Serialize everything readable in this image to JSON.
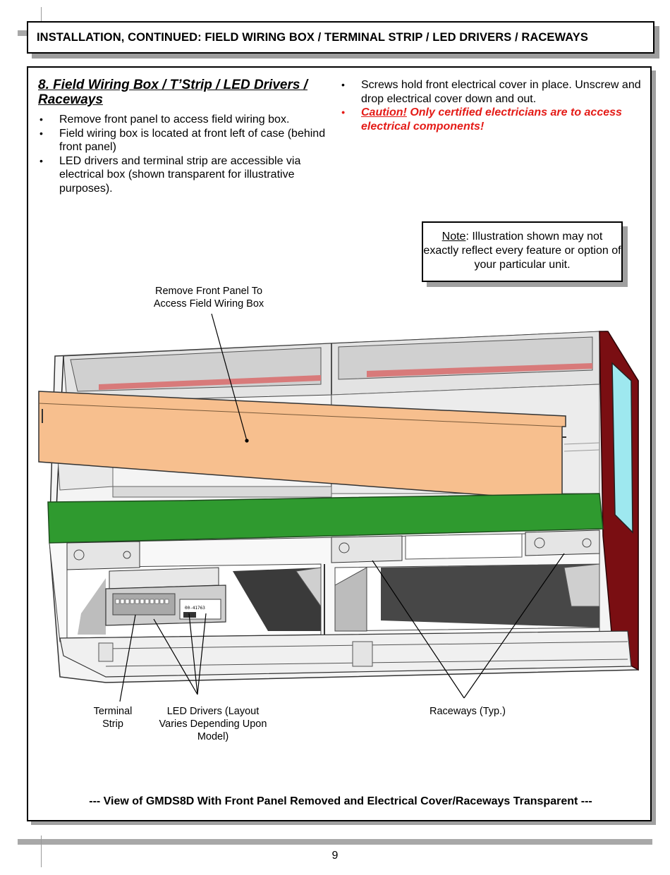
{
  "header": {
    "title": "INSTALLATION, CONTINUED: FIELD WIRING BOX / TERMINAL STRIP / LED DRIVERS / RACEWAYS"
  },
  "section": {
    "title": "8. Field Wiring Box / T’Strip / LED Drivers / Raceways",
    "left_bullets": [
      "Remove front panel to access field wiring box.",
      "Field wiring box is located at front left of case (behind front panel)",
      "LED drivers and terminal strip are accessible via electrical box (shown transparent for illustrative purposes)."
    ],
    "right_bullet": "Screws hold front electrical cover in place. Unscrew and drop electrical cover down and out.",
    "caution_label": "Caution!",
    "caution_text": " Only certified electricians are to access electrical components!"
  },
  "note": {
    "label": "Note",
    "text": ": Illustration shown may not exactly reflect every feature or option of your particular unit."
  },
  "callouts": {
    "front_panel": "Remove Front Panel To Access Field Wiring Box",
    "terminal_strip": "Terminal Strip",
    "led_drivers": "LED Drivers (Layout Varies Depending Upon Model)",
    "raceways": "Raceways (Typ.)"
  },
  "diagram_labels": {
    "driver_label": "00-41763"
  },
  "caption": "--- View of GMDS8D With Front Panel Removed and Electrical Cover/Raceways Transparent ---",
  "page_number": "9",
  "colors": {
    "front_panel": "#f7bf8e",
    "green_rail": "#2f9a2f",
    "end_panel": "#7a0e12",
    "glass": "#9ee8ef",
    "caution": "#e41b17"
  }
}
